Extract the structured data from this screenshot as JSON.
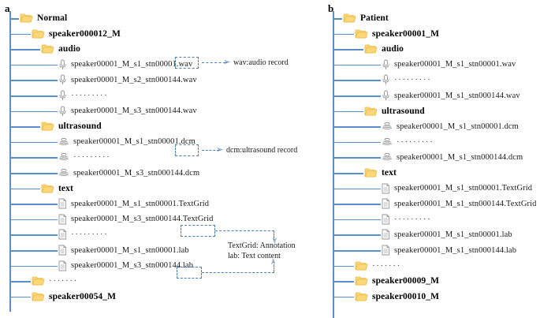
{
  "panels": [
    {
      "id": "a",
      "label": "a",
      "rows": [
        {
          "type": "folder",
          "depth": 0,
          "text": "Normal",
          "bold": true
        },
        {
          "type": "folder",
          "depth": 1,
          "text": "speaker000012_M",
          "bold": true
        },
        {
          "type": "folder",
          "depth": 2,
          "text": "audio",
          "bold": true
        },
        {
          "type": "mic",
          "depth": 3,
          "text": "speaker00001_M_s1_stn00001.wav",
          "bold": false
        },
        {
          "type": "mic",
          "depth": 3,
          "text": "speaker00001_M_s2_stn000144.wav",
          "bold": false
        },
        {
          "type": "mic",
          "depth": 3,
          "text": "·········",
          "bold": false,
          "dots": true
        },
        {
          "type": "mic",
          "depth": 3,
          "text": "speaker00001_M_s3_stn000144.wav",
          "bold": false
        },
        {
          "type": "folder",
          "depth": 2,
          "text": "ultrasound",
          "bold": true
        },
        {
          "type": "ultrasound",
          "depth": 3,
          "text": "speaker00001_M_s1_stn00001.dcm",
          "bold": false
        },
        {
          "type": "ultrasound",
          "depth": 3,
          "text": "·········",
          "bold": false,
          "dots": true
        },
        {
          "type": "ultrasound",
          "depth": 3,
          "text": "speaker00001_M_s3_stn000144.dcm",
          "bold": false
        },
        {
          "type": "folder",
          "depth": 2,
          "text": "text",
          "bold": true
        },
        {
          "type": "doc",
          "depth": 3,
          "text": "speaker00001_M_s1_stn00001.TextGrid",
          "bold": false
        },
        {
          "type": "doc",
          "depth": 3,
          "text": "speaker00001_M_s3_stn000144.TextGrid",
          "bold": false
        },
        {
          "type": "doc",
          "depth": 3,
          "text": "·········",
          "bold": false,
          "dots": true
        },
        {
          "type": "doc",
          "depth": 3,
          "text": "speaker00001_M_s1_stn00001.lab",
          "bold": false
        },
        {
          "type": "doc",
          "depth": 3,
          "text": "speaker00001_M_s3_stn000144.lab",
          "bold": false
        },
        {
          "type": "folder",
          "depth": 1,
          "text": "·······",
          "bold": false,
          "dots": true
        },
        {
          "type": "folder",
          "depth": 1,
          "text": "speaker00054_M",
          "bold": true
        }
      ],
      "annotations": [
        {
          "id": "wav",
          "text": "wav:audio record"
        },
        {
          "id": "dcm",
          "text": "dcm:ultrasound record"
        },
        {
          "id": "textgrid-line1",
          "text": "TextGrid: Annotation"
        },
        {
          "id": "textgrid-line2",
          "text": "lab: Text content"
        }
      ]
    },
    {
      "id": "b",
      "label": "b",
      "rows": [
        {
          "type": "folder",
          "depth": 0,
          "text": "Patient",
          "bold": true
        },
        {
          "type": "folder",
          "depth": 1,
          "text": "speaker00001_M",
          "bold": true
        },
        {
          "type": "folder",
          "depth": 2,
          "text": "audio",
          "bold": true
        },
        {
          "type": "mic",
          "depth": 3,
          "text": "speaker00001_M_s1_stn00001.wav",
          "bold": false
        },
        {
          "type": "mic",
          "depth": 3,
          "text": "·········",
          "bold": false,
          "dots": true
        },
        {
          "type": "mic",
          "depth": 3,
          "text": "speaker00001_M_s1_stn000144.wav",
          "bold": false
        },
        {
          "type": "folder",
          "depth": 2,
          "text": "ultrasound",
          "bold": true
        },
        {
          "type": "ultrasound",
          "depth": 3,
          "text": "speaker00001_M_s1_stn00001.dcm",
          "bold": false
        },
        {
          "type": "ultrasound",
          "depth": 3,
          "text": "·········",
          "bold": false,
          "dots": true
        },
        {
          "type": "ultrasound",
          "depth": 3,
          "text": "speaker00001_M_s1_stn000144.dcm",
          "bold": false
        },
        {
          "type": "folder",
          "depth": 2,
          "text": "text",
          "bold": true
        },
        {
          "type": "doc",
          "depth": 3,
          "text": "speaker00001_M_s1_stn00001.TextGrid",
          "bold": false
        },
        {
          "type": "doc",
          "depth": 3,
          "text": "speaker00001_M_s1_stn000144.TextGrid",
          "bold": false
        },
        {
          "type": "doc",
          "depth": 3,
          "text": "·········",
          "bold": false,
          "dots": true
        },
        {
          "type": "doc",
          "depth": 3,
          "text": "speaker00001_M_s1_stn00001.lab",
          "bold": false
        },
        {
          "type": "doc",
          "depth": 3,
          "text": "speaker00001_M_s1_stn000144.lab",
          "bold": false
        },
        {
          "type": "folder",
          "depth": 1,
          "text": "·······",
          "bold": false,
          "dots": true
        },
        {
          "type": "folder",
          "depth": 1,
          "text": "speaker00009_M",
          "bold": true
        },
        {
          "type": "folder",
          "depth": 1,
          "text": "speaker00010_M",
          "bold": true
        }
      ],
      "annotations": []
    }
  ],
  "colors": {
    "tree_line": "#5b8fc9",
    "folder_fill": "#fcd97f",
    "folder_stroke": "#e8b93c",
    "annotation": "#4a7ebb",
    "text": "#1a1a1a"
  },
  "icons": {
    "folder": "folder-icon",
    "mic": "microphone-icon",
    "ultrasound": "ultrasound-probe-icon",
    "doc": "document-icon"
  }
}
